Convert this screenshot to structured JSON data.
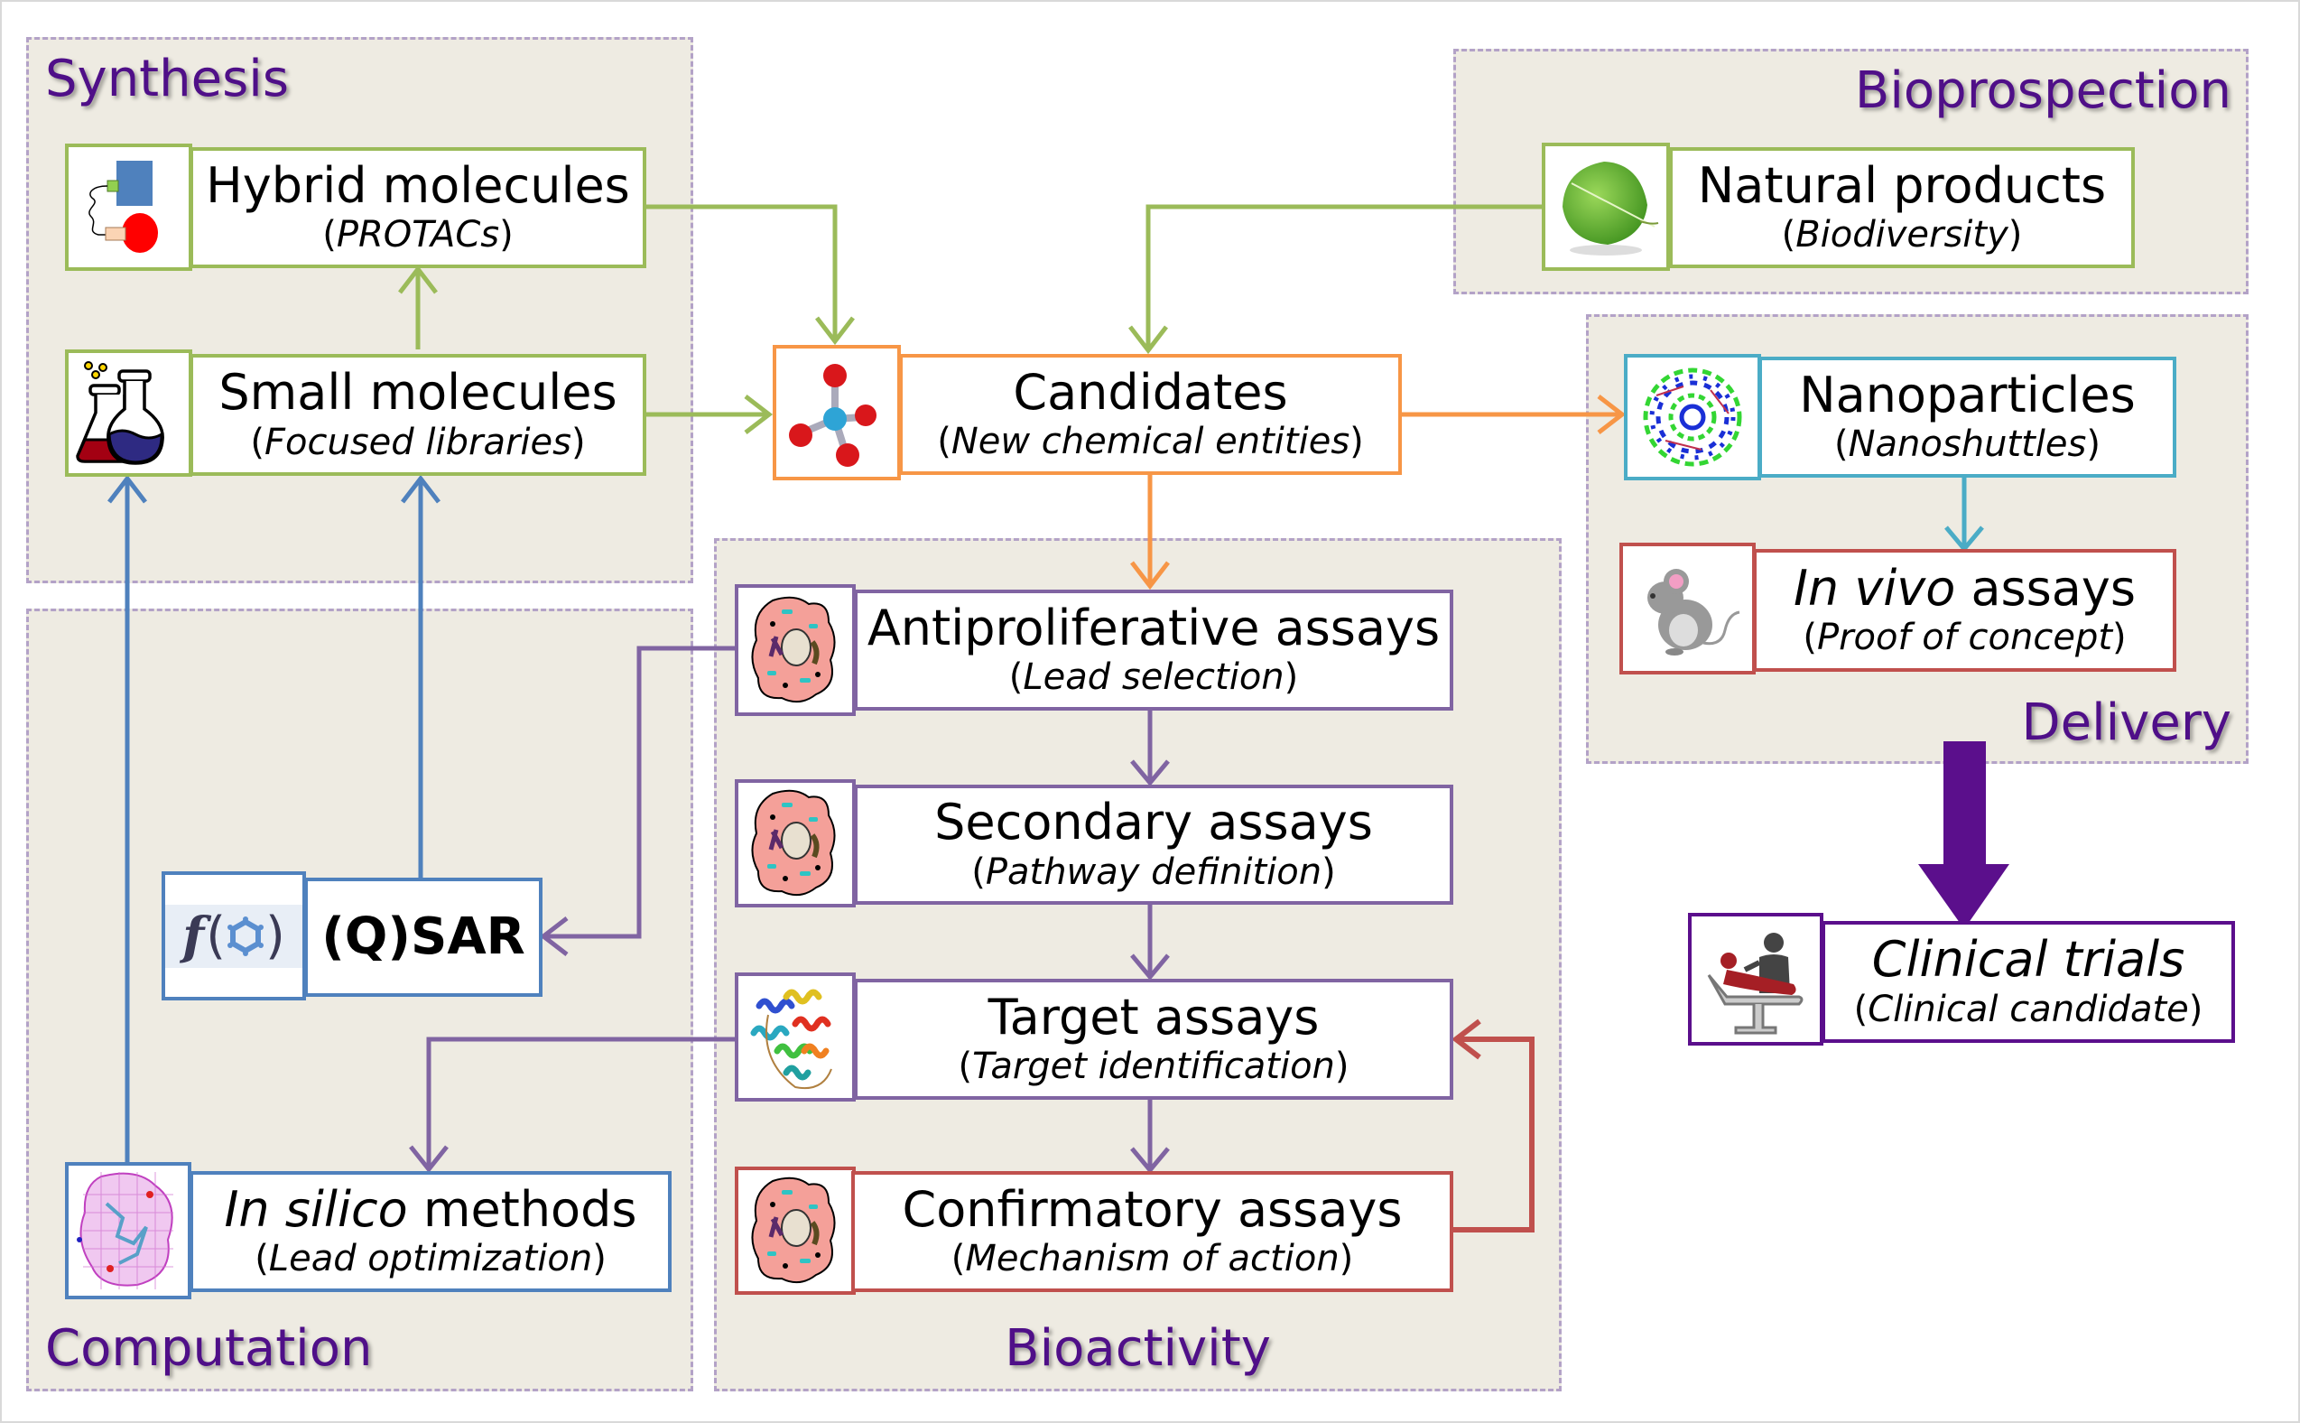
{
  "groups": {
    "synthesis": "Synthesis",
    "computation": "Computation",
    "bioactivity": "Bioactivity",
    "bioprospection": "Bioprospection",
    "delivery": "Delivery"
  },
  "nodes": {
    "hybrid": {
      "main": "Hybrid molecules",
      "sub": "PROTACs",
      "icon": "protac-icon"
    },
    "small": {
      "main": "Small molecules",
      "sub": "Focused libraries",
      "icon": "flasks-icon"
    },
    "candidates": {
      "main": "Candidates",
      "sub": "New chemical entities",
      "icon": "molecule-icon"
    },
    "natural": {
      "main": "Natural products",
      "sub": "Biodiversity",
      "icon": "leaf-icon"
    },
    "nano": {
      "main": "Nanoparticles",
      "sub": "Nanoshuttles",
      "icon": "nanoparticle-icon"
    },
    "invivo": {
      "main_italic": "In vivo",
      "main_rest": " assays",
      "sub": "Proof of concept",
      "icon": "mouse-icon"
    },
    "antiprolif": {
      "main": "Antiproliferative assays",
      "sub": "Lead selection",
      "icon": "cell-icon"
    },
    "secondary": {
      "main": "Secondary assays",
      "sub": "Pathway definition",
      "icon": "cell-icon"
    },
    "target": {
      "main": "Target assays",
      "sub": "Target identification",
      "icon": "protein-icon"
    },
    "confirm": {
      "main": "Confirmatory assays",
      "sub": "Mechanism of action",
      "icon": "cell-icon"
    },
    "qsar": {
      "main": "(Q)SAR",
      "icon_text_f": "f",
      "icon": "function-molecule-icon"
    },
    "insilico": {
      "main_italic": "In silico",
      "main_rest": " methods",
      "sub": "Lead optimization",
      "icon": "molecular-surface-icon"
    },
    "clinical": {
      "main": "Clinical trials",
      "sub": "Clinical candidate",
      "icon": "patient-doctor-icon"
    }
  },
  "colors": {
    "green": "#9bbb59",
    "orange": "#f79646",
    "purple": "#8064a2",
    "red": "#c0504d",
    "blue": "#4f81bd",
    "teal": "#4bacc6",
    "dark_purple": "#5b0f8c",
    "group_bg": "#eeebe2",
    "group_border": "#b3a2c7",
    "title": "#4f0f88"
  }
}
